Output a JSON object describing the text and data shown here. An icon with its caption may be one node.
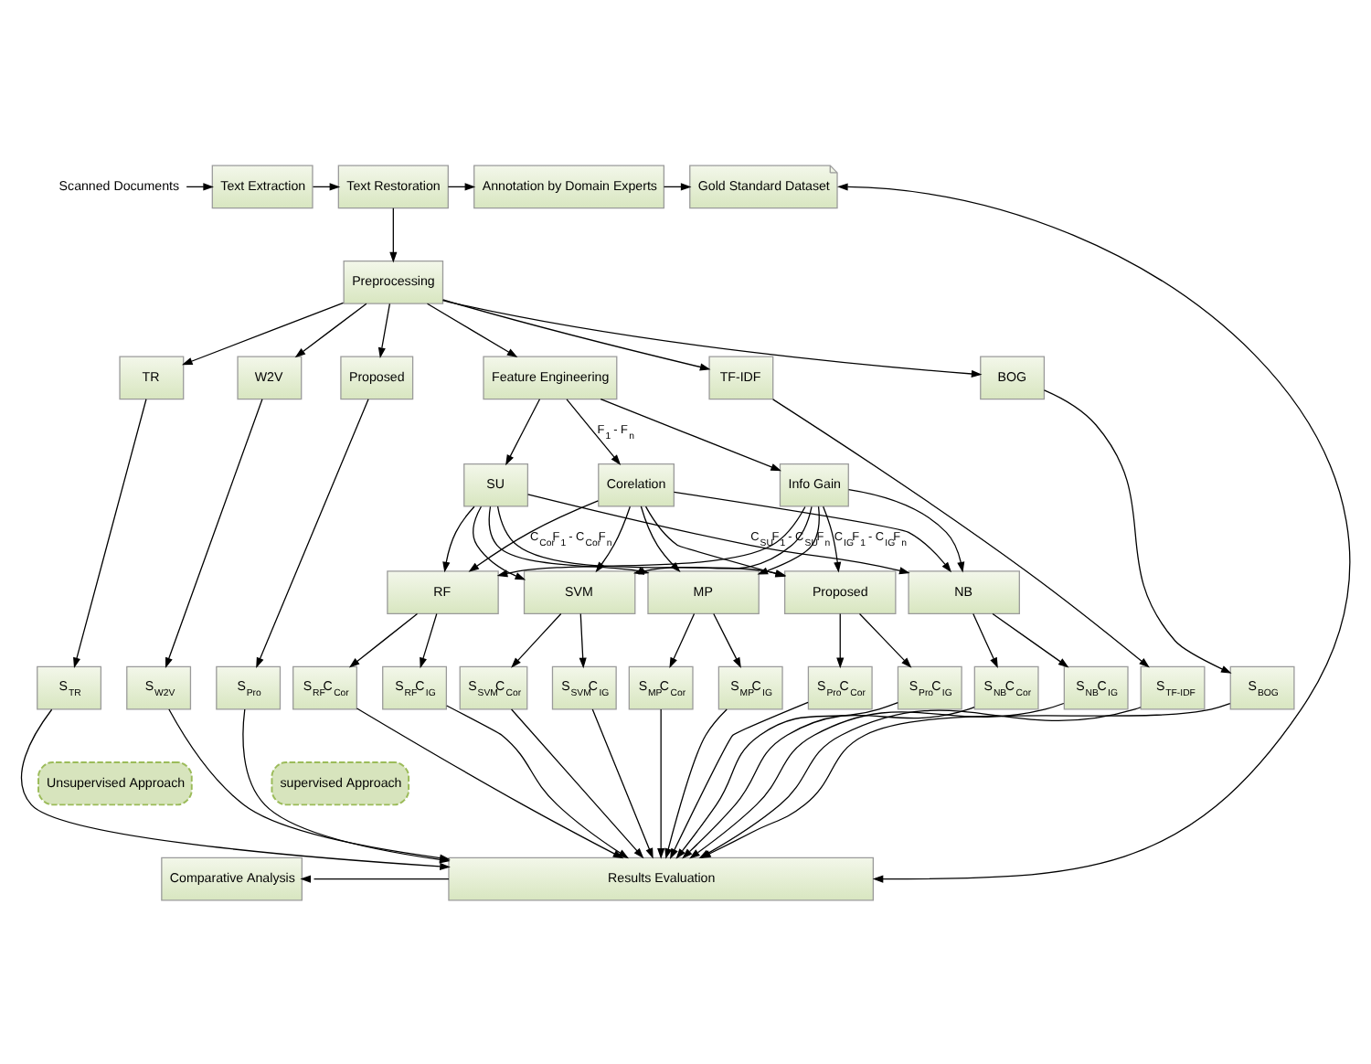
{
  "diagram": {
    "nodes": [
      {
        "text": [
          "Scanned Documents"
        ]
      },
      {
        "text": [
          "Text Extraction"
        ]
      },
      {
        "text": [
          "Text Restoration"
        ]
      },
      {
        "text": [
          "Annotation by Domain Experts"
        ]
      },
      {
        "text": [
          "Gold Standard Dataset"
        ]
      },
      {
        "text": [
          "Preprocessing"
        ]
      },
      {
        "text": [
          "Feature Engineering"
        ]
      },
      {
        "text": [
          "TF-IDF"
        ]
      },
      {
        "text": [
          "BOG"
        ]
      },
      {
        "text": [
          "TR"
        ]
      },
      {
        "text": [
          "W2V"
        ]
      },
      {
        "text": [
          "Proposed"
        ]
      },
      {
        "text": [
          "SU"
        ]
      },
      {
        "text": [
          "Corelation"
        ]
      },
      {
        "text": [
          "Info Gain"
        ]
      },
      {
        "text": [
          "NB"
        ]
      },
      {
        "text": [
          "SVM"
        ]
      },
      {
        "text": [
          "RF"
        ]
      },
      {
        "text": [
          "MP"
        ]
      },
      {
        "text": [
          "Proposed"
        ]
      },
      {
        "text": [
          "S$_{NB}$C$_{Cor}$"
        ]
      },
      {
        "text": [
          "S$_{NB}$C$_{IG}$"
        ]
      },
      {
        "text": [
          "S$_{SVM}$C$_{Cor}$"
        ]
      },
      {
        "text": [
          "S$_{SVM}$C$_{IG}$"
        ]
      },
      {
        "text": [
          "S$_{RF}$C$_{Cor}$"
        ]
      },
      {
        "text": [
          "S$_{RF}$C$_{IG}$"
        ]
      },
      {
        "text": [
          "S$_{MP}$C$_{Cor}$"
        ]
      },
      {
        "text": [
          "S$_{MP}$C$_{IG}$"
        ]
      },
      {
        "text": [
          "S$_{Pro}$C$_{Cor}$"
        ]
      },
      {
        "text": [
          "S$_{Pro}$C$_{IG}$"
        ]
      },
      {
        "text": [
          "S$_{Pro}$"
        ]
      },
      {
        "text": [
          "S$_{W2V}$"
        ]
      },
      {
        "text": [
          "S$_{TR}$"
        ]
      },
      {
        "text": [
          "S$_{BOG}$"
        ]
      },
      {
        "text": [
          "S$_{TF-IDF}$"
        ]
      },
      {
        "text": [
          "supervised Approach"
        ]
      },
      {
        "text": [
          "Unsupervised Approach"
        ]
      },
      {
        "text": [
          "Results Evaluation"
        ]
      },
      {
        "text": [
          "Comparative Analysis"
        ]
      }
    ],
    "edges": [
      {
        "from": 0,
        "to": 1,
        "arrow": "to"
      },
      {
        "from": 1,
        "to": 2,
        "arrow": "to"
      },
      {
        "from": 2,
        "to": 3,
        "arrow": "to"
      },
      {
        "from": 3,
        "to": 4,
        "arrow": "to"
      },
      {
        "from": 2,
        "to": 5,
        "arrow": "to"
      },
      {
        "from": 5,
        "to": 6,
        "arrow": "to"
      },
      {
        "from": 5,
        "to": 7,
        "arrow": "to"
      },
      {
        "from": 5,
        "to": 8,
        "arrow": "to"
      },
      {
        "from": 5,
        "to": 9,
        "arrow": "to"
      },
      {
        "from": 5,
        "to": 10,
        "arrow": "to"
      },
      {
        "from": 5,
        "to": 11,
        "arrow": "to"
      },
      {
        "from": 6,
        "to": 12,
        "arrow": "to"
      },
      {
        "from": 6,
        "to": 13,
        "arrow": "to",
        "label": "F$_{1}$ - F$_{n}$"
      },
      {
        "from": 6,
        "to": 14,
        "arrow": "to"
      },
      {
        "from": 12,
        "to": 15,
        "arrow": "to",
        "label": "C$_{SU}$F$_{1}$ - C$_{SU}$F$_{n}$"
      },
      {
        "from": 12,
        "to": 16,
        "arrow": "to"
      },
      {
        "from": 12,
        "to": 17,
        "arrow": "to"
      },
      {
        "from": 12,
        "to": 18,
        "arrow": "to"
      },
      {
        "from": 12,
        "to": 19,
        "arrow": "to"
      },
      {
        "from": 13,
        "to": 15,
        "arrow": "to"
      },
      {
        "from": 13,
        "to": 16,
        "arrow": "to"
      },
      {
        "from": 13,
        "to": 17,
        "arrow": "to",
        "label": "C$_{Cor}$F$_{1}$ - C$_{Cor}$F$_{n}$"
      },
      {
        "from": 13,
        "to": 18,
        "arrow": "to"
      },
      {
        "from": 13,
        "to": 19,
        "arrow": "to"
      },
      {
        "from": 14,
        "to": 15,
        "arrow": "to"
      },
      {
        "from": 14,
        "to": 16,
        "arrow": "to"
      },
      {
        "from": 14,
        "to": 17,
        "arrow": "to"
      },
      {
        "from": 14,
        "to": 18,
        "arrow": "to"
      },
      {
        "from": 14,
        "to": 19,
        "arrow": "to",
        "label": "C$_{IG}$F$_{1}$ - C$_{IG}$F$_{n}$"
      },
      {
        "from": 15,
        "to": 20,
        "arrow": "to"
      },
      {
        "from": 15,
        "to": 21,
        "arrow": "to"
      },
      {
        "from": 16,
        "to": 22,
        "arrow": "to"
      },
      {
        "from": 16,
        "to": 23,
        "arrow": "to"
      },
      {
        "from": 17,
        "to": 24,
        "arrow": "to"
      },
      {
        "from": 17,
        "to": 25,
        "arrow": "to"
      },
      {
        "from": 18,
        "to": 26,
        "arrow": "to"
      },
      {
        "from": 18,
        "to": 27,
        "arrow": "to"
      },
      {
        "from": 19,
        "to": 28,
        "arrow": "to"
      },
      {
        "from": 19,
        "to": 29,
        "arrow": "to"
      },
      {
        "from": 11,
        "to": 30,
        "arrow": "to"
      },
      {
        "from": 10,
        "to": 31,
        "arrow": "to"
      },
      {
        "from": 9,
        "to": 32,
        "arrow": "to"
      },
      {
        "from": 8,
        "to": 33,
        "arrow": "to"
      },
      {
        "from": 7,
        "to": 34,
        "arrow": "to"
      },
      {
        "from": 20,
        "to": 37,
        "arrow": "to"
      },
      {
        "from": 21,
        "to": 37,
        "arrow": "to"
      },
      {
        "from": 22,
        "to": 37,
        "arrow": "to"
      },
      {
        "from": 23,
        "to": 37,
        "arrow": "to"
      },
      {
        "from": 24,
        "to": 37,
        "arrow": "to"
      },
      {
        "from": 25,
        "to": 37,
        "arrow": "to"
      },
      {
        "from": 26,
        "to": 37,
        "arrow": "to"
      },
      {
        "from": 27,
        "to": 37,
        "arrow": "to"
      },
      {
        "from": 28,
        "to": 37,
        "arrow": "to"
      },
      {
        "from": 29,
        "to": 37,
        "arrow": "to"
      },
      {
        "from": 30,
        "to": 37,
        "arrow": "to"
      },
      {
        "from": 31,
        "to": 37,
        "arrow": "to"
      },
      {
        "from": 32,
        "to": 37,
        "arrow": "to"
      },
      {
        "from": 33,
        "to": 37,
        "arrow": "to"
      },
      {
        "from": 34,
        "to": 37,
        "arrow": "to"
      },
      {
        "from": 4,
        "to": 37,
        "arrow": "both"
      },
      {
        "from": 37,
        "to": 38,
        "arrow": "to"
      }
    ]
  }
}
